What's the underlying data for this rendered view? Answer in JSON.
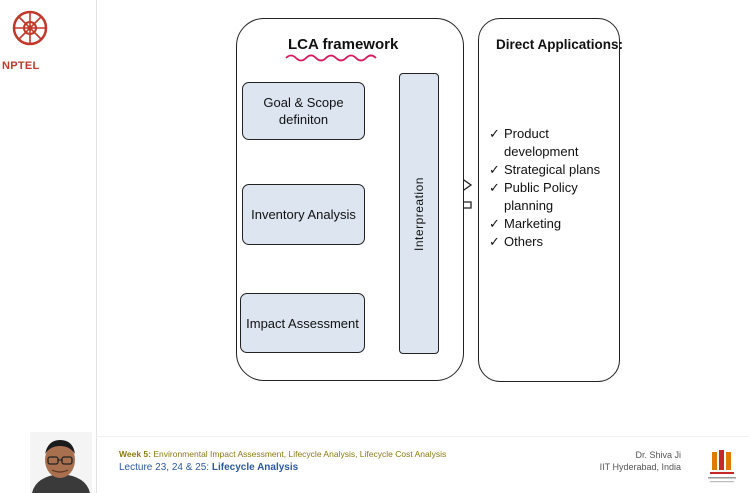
{
  "branding": {
    "nptel": "NPTEL"
  },
  "diagram": {
    "lca_title": "LCA framework",
    "stages": [
      {
        "lines": [
          "Goal & Scope",
          "definiton"
        ]
      },
      {
        "lines": [
          "Inventory Analysis"
        ]
      },
      {
        "lines": [
          "Impact Assessment"
        ]
      }
    ],
    "interpretation": "Interpreation",
    "applications": {
      "title": "Direct Applications:",
      "check": "✓",
      "items": [
        [
          "Product",
          "development"
        ],
        [
          "Strategical plans"
        ],
        [
          "Public Policy",
          "planning"
        ],
        [
          "Marketing"
        ],
        [
          "Others"
        ]
      ]
    }
  },
  "footer": {
    "week_label": "Week 5:",
    "week_topics": "Environmental Impact Assessment, Lifecycle Analysis, Lifecycle Cost Analysis",
    "lecture_label": "Lecture 23, 24 & 25:",
    "lecture_title": "Lifecycle Analysis",
    "author_name": "Dr. Shiva Ji",
    "author_institute": "IIT Hyderabad, India"
  },
  "colors": {
    "box_fill": "#dde5f0",
    "nptel_red": "#c0392b",
    "squiggle_pink": "#d81b60",
    "footer_blue": "#2c5aa0",
    "footer_olive": "#8a7a10"
  }
}
